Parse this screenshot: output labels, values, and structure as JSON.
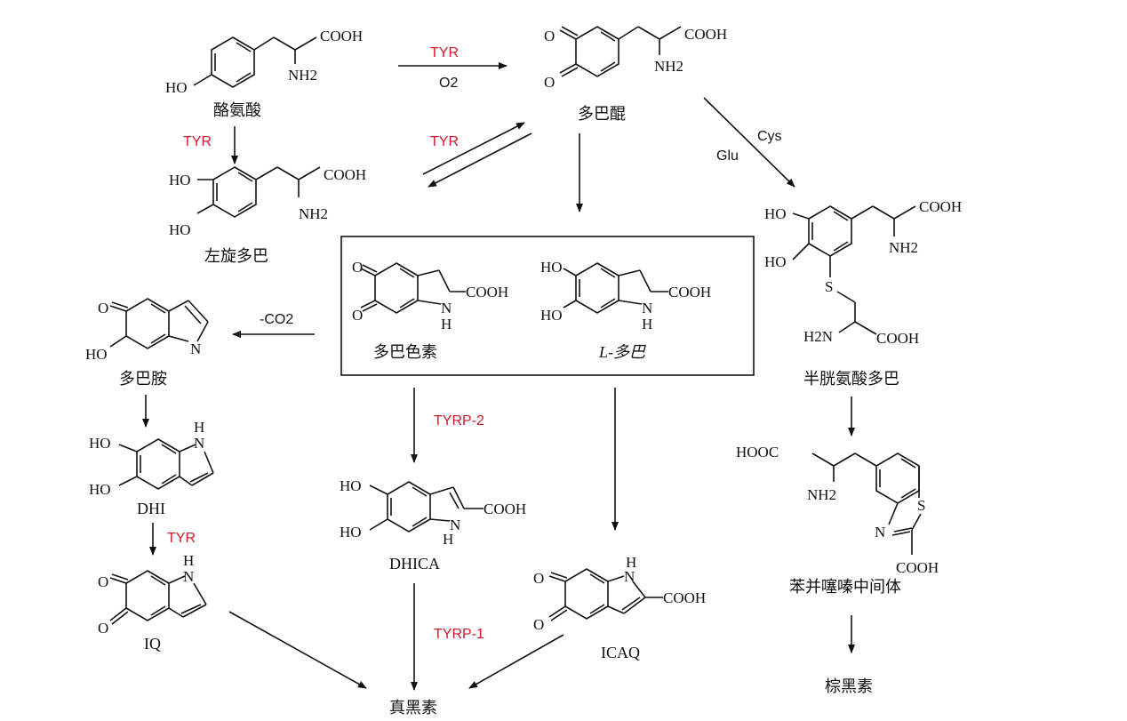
{
  "compounds": {
    "tyrosine": "酪氨酸",
    "dopaquinone": "多巴醌",
    "ldopa_left": "左旋多巴",
    "dopachrome": "多巴色素",
    "ldopa_box": "L-多巴",
    "cysteinyldopa": "半胱氨酸多巴",
    "dopamine_quinone": "多巴胺",
    "dhi": "DHI",
    "dhica": "DHICA",
    "iq": "IQ",
    "icaq": "ICAQ",
    "benzothiazine": "苯并噻嗪中间体",
    "eumelanin": "真黑素",
    "pheomelanin": "棕黑素"
  },
  "enzymes": {
    "tyr": "TYR",
    "tyrp1": "TYRP-1",
    "tyrp2": "TYRP-2"
  },
  "reagents": {
    "o2": "O2",
    "cys": "Cys",
    "glu": "Glu",
    "co2": "-CO2"
  },
  "atoms": {
    "cooh": "COOH",
    "hooc": "HOOC",
    "nh2": "NH2",
    "h2n": "H2N",
    "ho": "HO",
    "o": "O",
    "n": "N",
    "nh": "N",
    "h": "H",
    "s": "S"
  },
  "colors": {
    "enzyme": "#d11a2a",
    "ink": "#111111"
  }
}
